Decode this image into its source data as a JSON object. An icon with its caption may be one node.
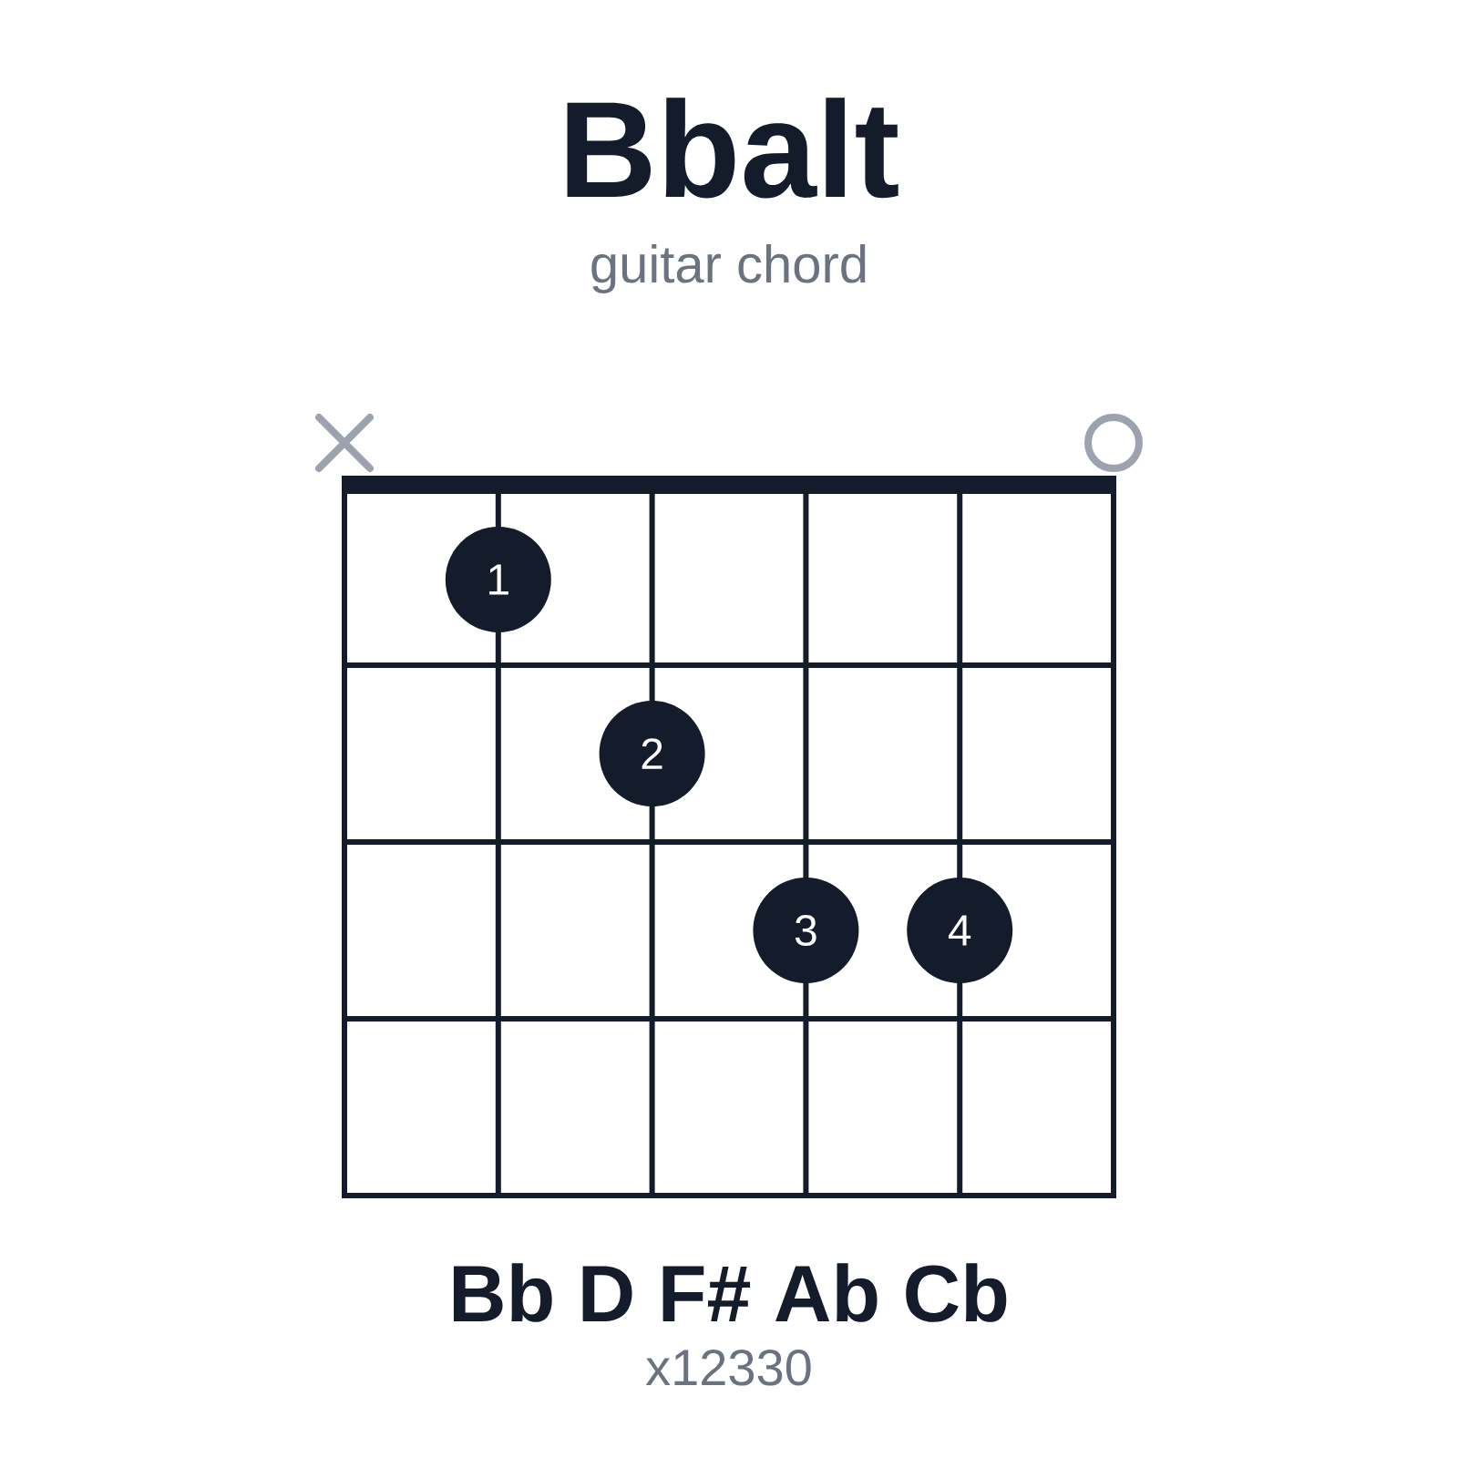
{
  "diagram": {
    "title": "Bbalt",
    "nodes": [
      {
        "text": [
          "1"
        ]
      },
      {
        "text": [
          "2"
        ]
      },
      {
        "text": [
          "3"
        ]
      },
      {
        "text": [
          "4"
        ]
      }
    ],
    "labels": [
      "guitar chord",
      "Bb D F# Ab Cb",
      "x12330"
    ]
  }
}
